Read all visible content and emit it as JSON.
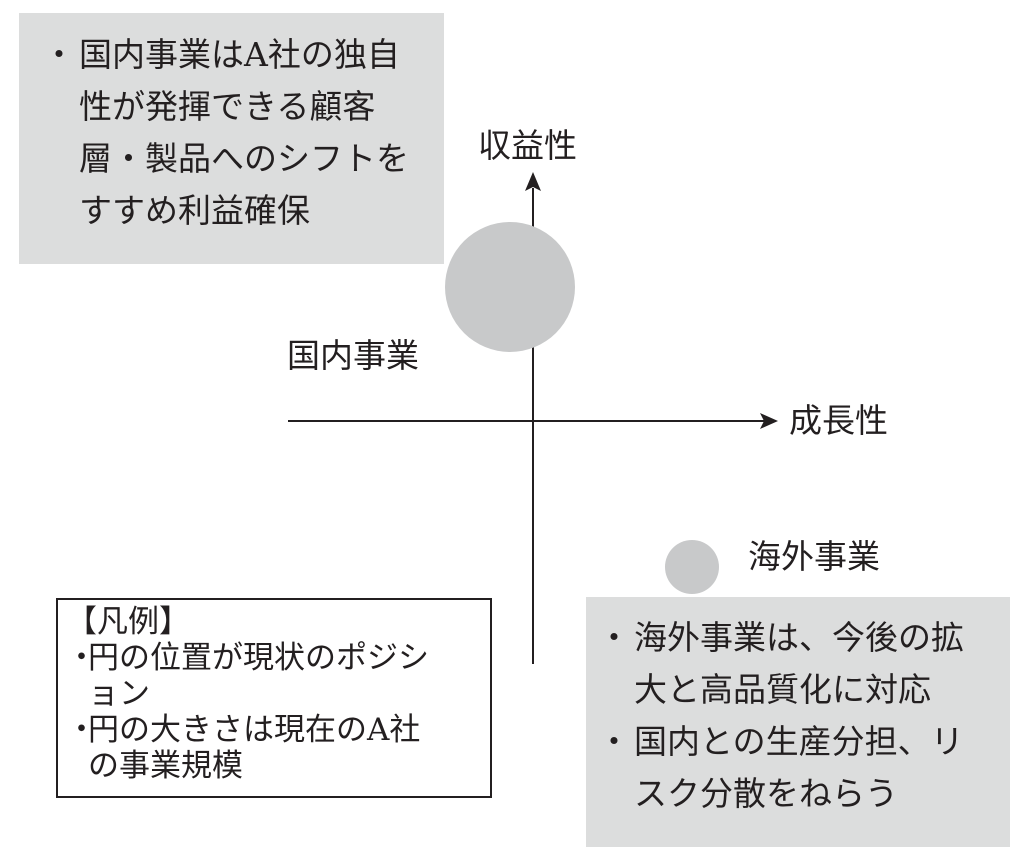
{
  "axes": {
    "y_label": "収益性",
    "x_label": "成長性"
  },
  "businesses": {
    "domestic": {
      "label": "国内事業",
      "size": "large",
      "color": "#c8c9ca"
    },
    "overseas": {
      "label": "海外事業",
      "size": "small",
      "color": "#c8c9ca"
    }
  },
  "domestic_note": {
    "bullet": "・",
    "lines": [
      "国内事業はA社の独自",
      "性が発揮できる顧客",
      "層・製品へのシフトを",
      "すすめ利益確保"
    ]
  },
  "overseas_note": {
    "bullet": "・",
    "items": [
      {
        "lines": [
          "海外事業は、今後の拡",
          "大と高品質化に対応"
        ]
      },
      {
        "lines": [
          "国内との生産分担、リ",
          "スク分散をねらう"
        ]
      }
    ]
  },
  "legend": {
    "title": "【凡例】",
    "bullet": "・",
    "items": [
      {
        "lines": [
          "円の位置が現状のポジシ",
          "ョン"
        ]
      },
      {
        "lines": [
          "円の大きさは現在のA社",
          "の事業規模"
        ]
      }
    ]
  },
  "colors": {
    "note_background": "#dcdddd",
    "circle_fill": "#c8c9ca",
    "ink": "#231f20"
  }
}
